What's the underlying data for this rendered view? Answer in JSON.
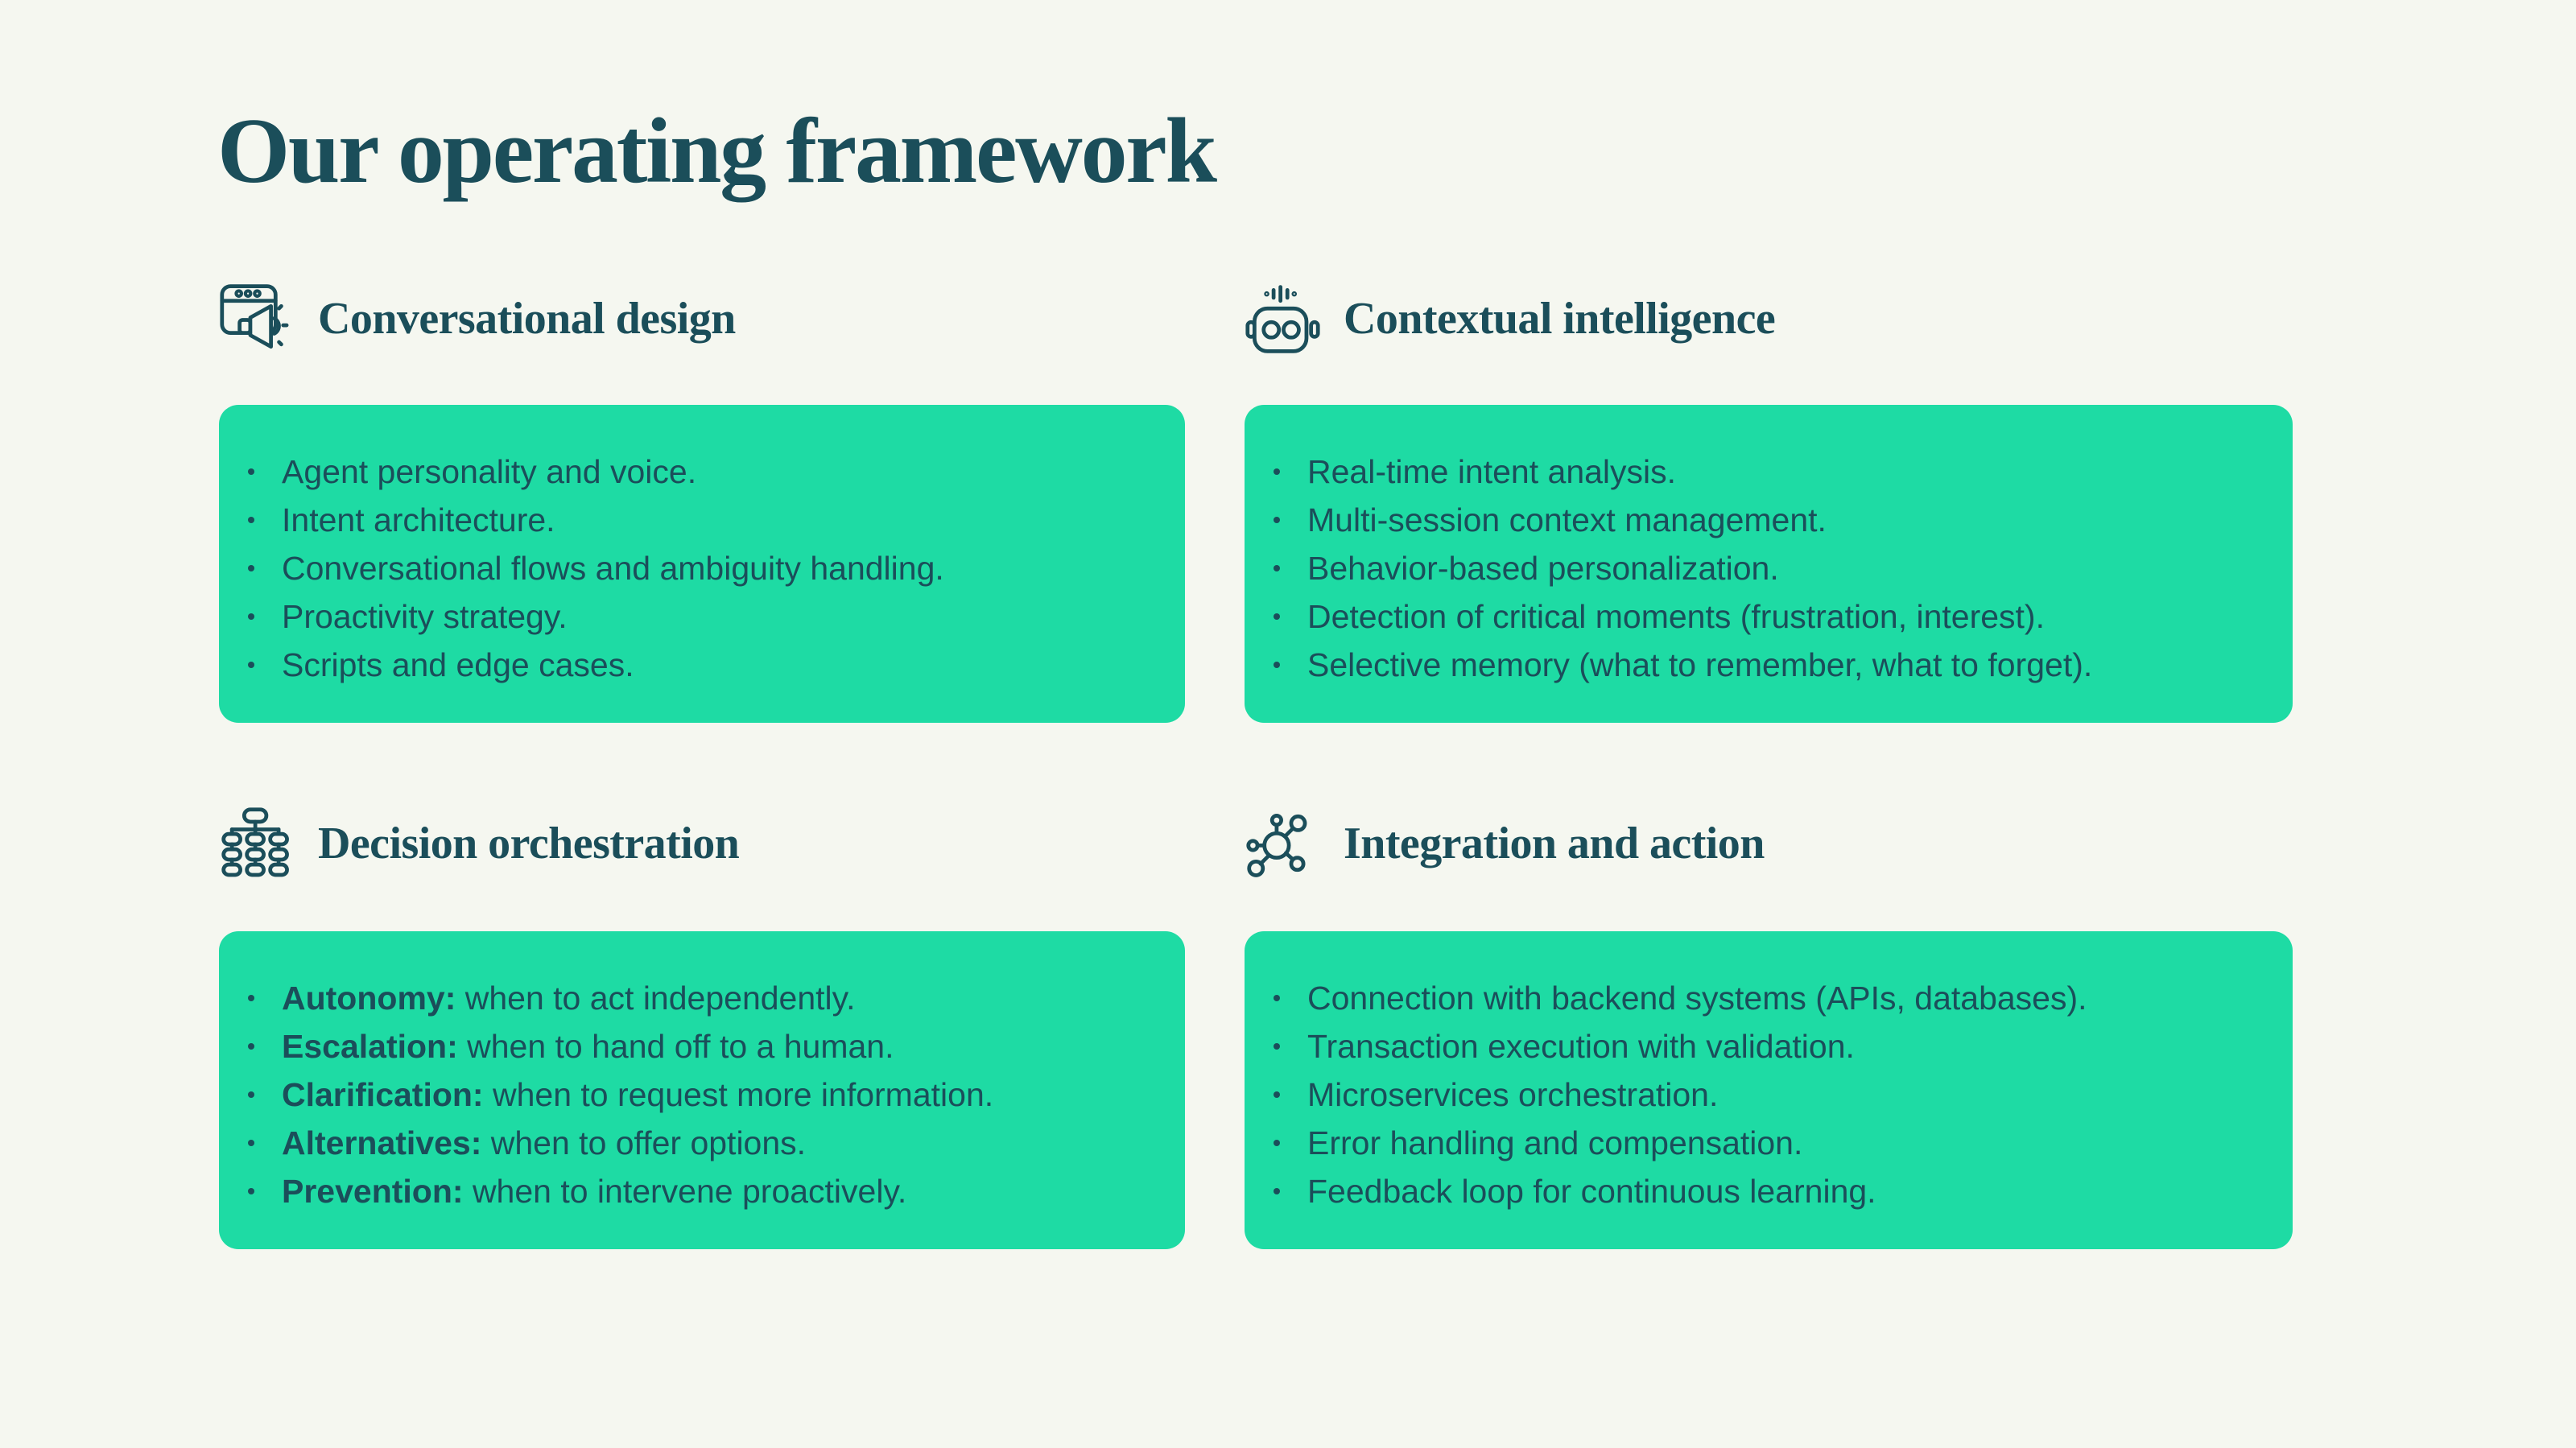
{
  "page": {
    "title": "Our operating framework",
    "background_color": "#F5F7F0",
    "card_color": "#1EDBA4",
    "ink_color": "#1B4E5A"
  },
  "sections": [
    {
      "title": "Conversational design",
      "icon": "window-megaphone-icon",
      "items": [
        {
          "lead": "",
          "text": "Agent personality and voice."
        },
        {
          "lead": "",
          "text": "Intent architecture."
        },
        {
          "lead": "",
          "text": "Conversational flows and ambiguity handling."
        },
        {
          "lead": "",
          "text": "Proactivity strategy."
        },
        {
          "lead": "",
          "text": "Scripts and edge cases."
        }
      ]
    },
    {
      "title": "Contextual intelligence",
      "icon": "robot-icon",
      "items": [
        {
          "lead": "",
          "text": "Real-time intent analysis."
        },
        {
          "lead": "",
          "text": "Multi-session context management."
        },
        {
          "lead": "",
          "text": "Behavior-based personalization."
        },
        {
          "lead": "",
          "text": "Detection of critical moments (frustration, interest)."
        },
        {
          "lead": "",
          "text": "Selective memory (what to remember, what to forget)."
        }
      ]
    },
    {
      "title": "Decision orchestration",
      "icon": "org-chart-icon",
      "items": [
        {
          "lead": "Autonomy:",
          "text": " when to act independently."
        },
        {
          "lead": "Escalation:",
          "text": " when to hand off to a human."
        },
        {
          "lead": "Clarification:",
          "text": " when to request more information."
        },
        {
          "lead": "Alternatives:",
          "text": " when to offer options."
        },
        {
          "lead": "Prevention:",
          "text": " when to intervene proactively."
        }
      ]
    },
    {
      "title": "Integration and action",
      "icon": "network-icon",
      "items": [
        {
          "lead": "",
          "text": "Connection with backend systems (APIs, databases)."
        },
        {
          "lead": "",
          "text": "Transaction execution with validation."
        },
        {
          "lead": "",
          "text": "Microservices orchestration."
        },
        {
          "lead": "",
          "text": "Error handling and compensation."
        },
        {
          "lead": "",
          "text": "Feedback loop for continuous learning."
        }
      ]
    }
  ]
}
